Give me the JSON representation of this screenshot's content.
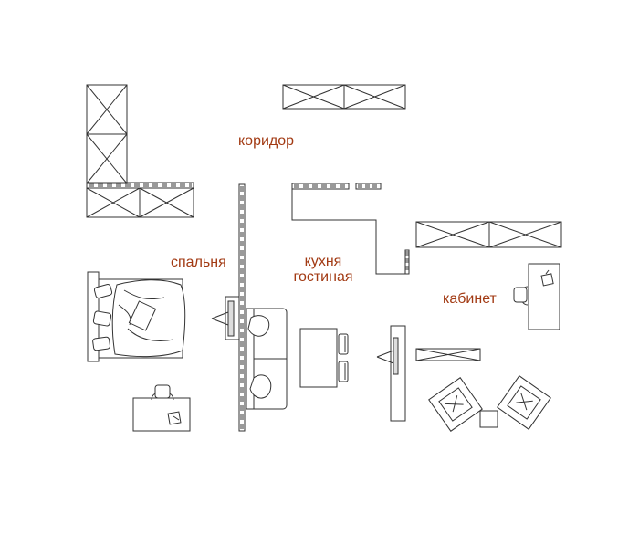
{
  "rooms": {
    "corridor": "коридор",
    "bedroom": "спальня",
    "kitchen_line1": "кухня",
    "kitchen_line2": "гостиная",
    "office": "кабинет"
  },
  "colors": {
    "label": "#a23a13",
    "line": "#333333",
    "wall_fill": "#bdbdbd"
  }
}
